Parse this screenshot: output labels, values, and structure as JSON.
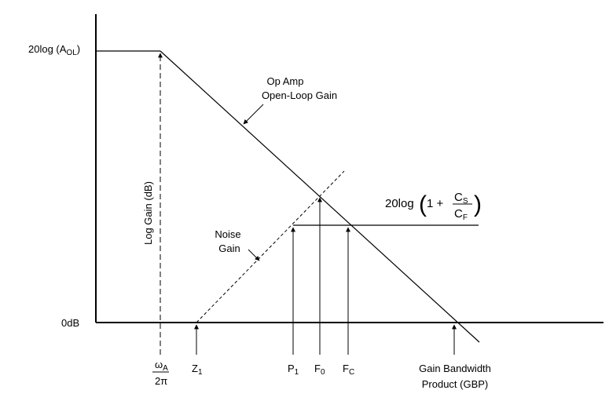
{
  "labels": {
    "y_top": "20log (A",
    "y_top_sub": "OL",
    "y_top_close": ")",
    "y_zero": "0dB",
    "y_axis": "Log Gain (dB)",
    "op_amp_line1": "Op Amp",
    "op_amp_line2": "Open-Loop Gain",
    "noise_line1": "Noise",
    "noise_line2": "Gain",
    "formula_prefix": "20log",
    "formula_one_plus": "1 +",
    "formula_num": "C",
    "formula_num_sub": "S",
    "formula_den": "C",
    "formula_den_sub": "F",
    "omega_num": "ω",
    "omega_num_sub": "A",
    "omega_den": "2π",
    "z1": "Z",
    "z1_sub": "1",
    "p1": "P",
    "p1_sub": "1",
    "f0": "F",
    "f0_sub": "0",
    "fc": "F",
    "fc_sub": "C",
    "gbp_line1": "Gain Bandwidth",
    "gbp_line2": "Product (GBP)"
  }
}
